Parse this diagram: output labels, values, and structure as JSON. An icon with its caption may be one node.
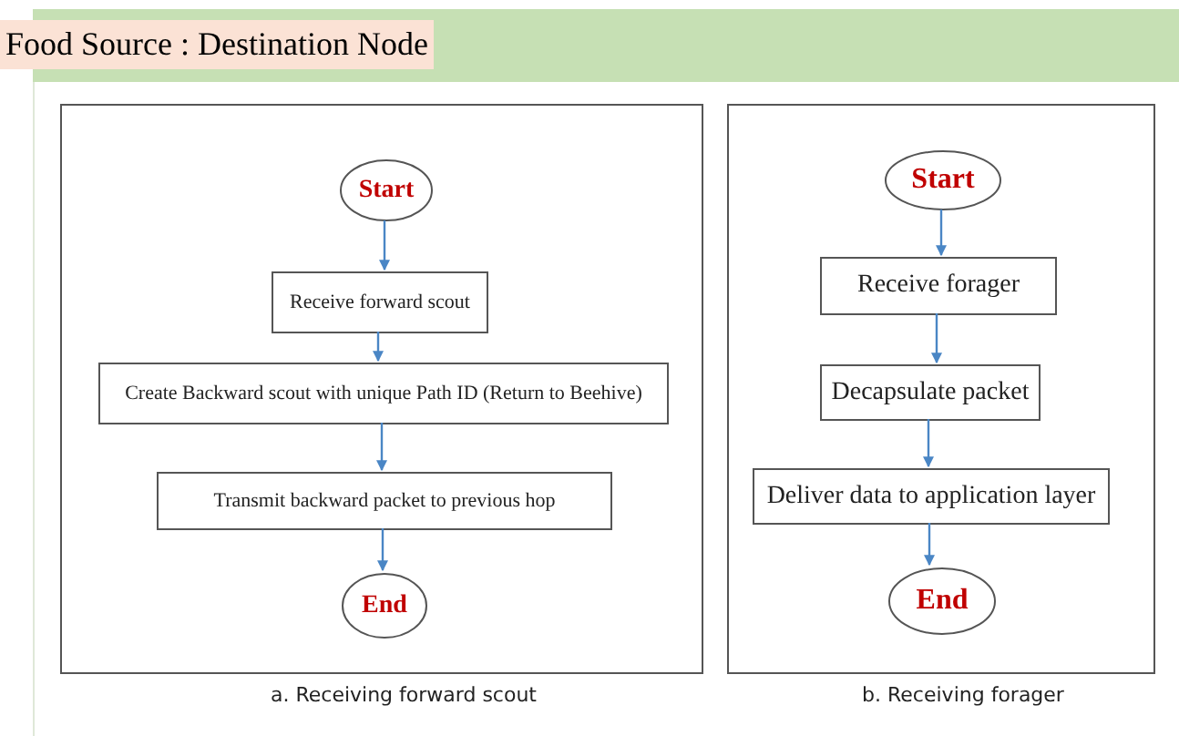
{
  "diagram": {
    "title": "Food Source : Destination Node",
    "nodes": [
      {
        "text": [],
        "shape": "box",
        "beside": [
          "a. Receiving forward scout"
        ]
      },
      {
        "text": [
          "Start"
        ],
        "in": 0
      },
      {
        "text": [
          "Receive forward scout"
        ],
        "in": 0
      },
      {
        "text": [
          "Create Backward scout with unique Path ID (Return to Beehive)"
        ],
        "in": 0
      },
      {
        "text": [
          "Transmit backward packet to previous hop"
        ],
        "in": 0
      },
      {
        "text": [
          "End"
        ],
        "in": 0
      },
      {
        "text": [],
        "shape": "box",
        "beside": [
          "b. Receiving forager"
        ]
      },
      {
        "text": [
          "Start"
        ],
        "in": 6
      },
      {
        "text": [
          "Receive forager"
        ],
        "in": 6
      },
      {
        "text": [
          "Decapsulate packet"
        ],
        "in": 6
      },
      {
        "text": [
          "Deliver data to application layer"
        ],
        "in": 6
      },
      {
        "text": [
          "End"
        ],
        "in": 6
      }
    ],
    "edges": [
      {
        "from": 1,
        "to": 2,
        "arrow": "to"
      },
      {
        "from": 2,
        "to": 3,
        "arrow": "to"
      },
      {
        "from": 3,
        "to": 4,
        "arrow": "to"
      },
      {
        "from": 4,
        "to": 5,
        "arrow": "to"
      },
      {
        "from": 7,
        "to": 8,
        "arrow": "to"
      },
      {
        "from": 8,
        "to": 9,
        "arrow": "to"
      },
      {
        "from": 9,
        "to": 10,
        "arrow": "to"
      },
      {
        "from": 10,
        "to": 11,
        "arrow": "to"
      }
    ]
  }
}
